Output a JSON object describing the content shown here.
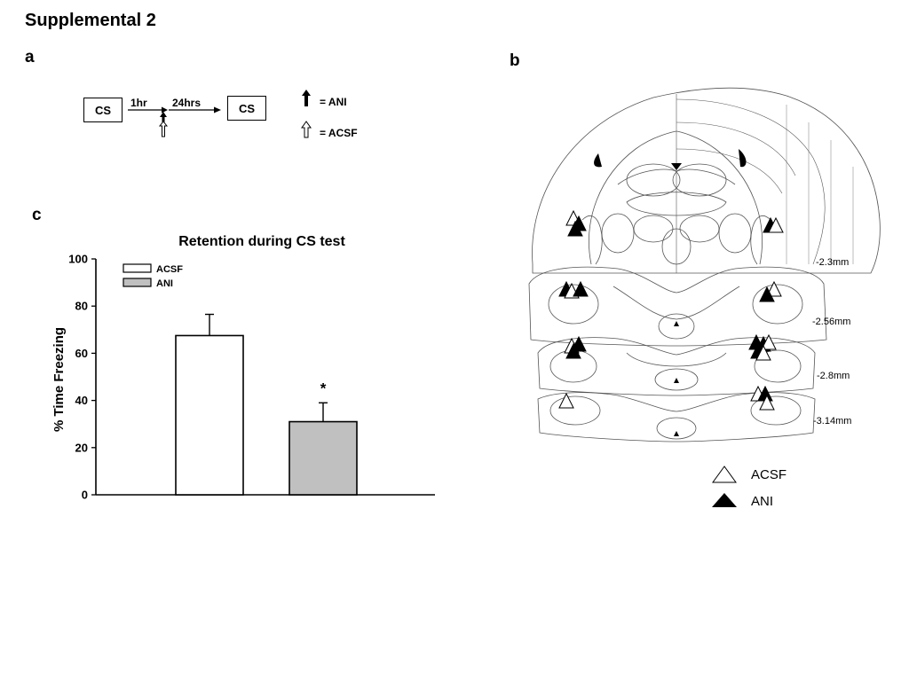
{
  "figure_title": "Supplemental 2",
  "panel_a": {
    "letter": "a",
    "box1": "CS",
    "box2": "CS",
    "interval1": "1hr",
    "interval2": "24hrs",
    "legend_ani": "= ANI",
    "legend_acsf": "= ACSF"
  },
  "panel_b": {
    "letter": "b",
    "levels": [
      "-2.3mm",
      "-2.56mm",
      "-2.8mm",
      "-3.14mm"
    ],
    "legend": [
      {
        "label": "ACSF",
        "marker": "open-triangle"
      },
      {
        "label": "ANI",
        "marker": "filled-triangle"
      }
    ]
  },
  "panel_c": {
    "letter": "c",
    "significance": "*"
  },
  "chart_data": {
    "type": "bar",
    "title": "Retention during CS test",
    "ylabel": "% Time Freezing",
    "xlabel": "",
    "ylim": [
      0,
      100
    ],
    "yticks": [
      0,
      20,
      40,
      60,
      80,
      100
    ],
    "categories": [
      "ACSF",
      "ANI"
    ],
    "values": [
      67.5,
      31
    ],
    "errors": [
      9,
      8
    ],
    "colors": [
      "#ffffff",
      "#c0c0c0"
    ],
    "legend": [
      "ACSF",
      "ANI"
    ],
    "legend_position": "top-left",
    "grid": false
  }
}
